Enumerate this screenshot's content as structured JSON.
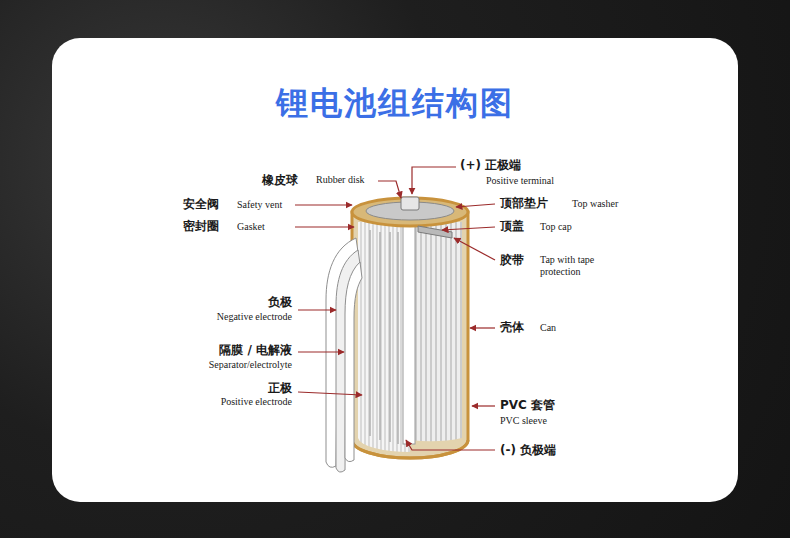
{
  "diagram": {
    "title": "锂电池组结构图",
    "labels": [
      "(+) 正极端",
      "Positive terminal",
      "橡皮球",
      "Rubber disk",
      "安全阀",
      "Safety vent",
      "顶部垫片",
      "Top washer",
      "密封圈",
      "Gasket",
      "顶盖",
      "Top cap",
      "胶带",
      "Tap with tape protection",
      "负极",
      "Negative electrode",
      "壳体",
      "Can",
      "隔膜 / 电解液",
      "Separator/electrolyte",
      "正极",
      "Positive electrode",
      "PVC 套管",
      "PVC sleeve",
      "(-) 负极端"
    ]
  }
}
